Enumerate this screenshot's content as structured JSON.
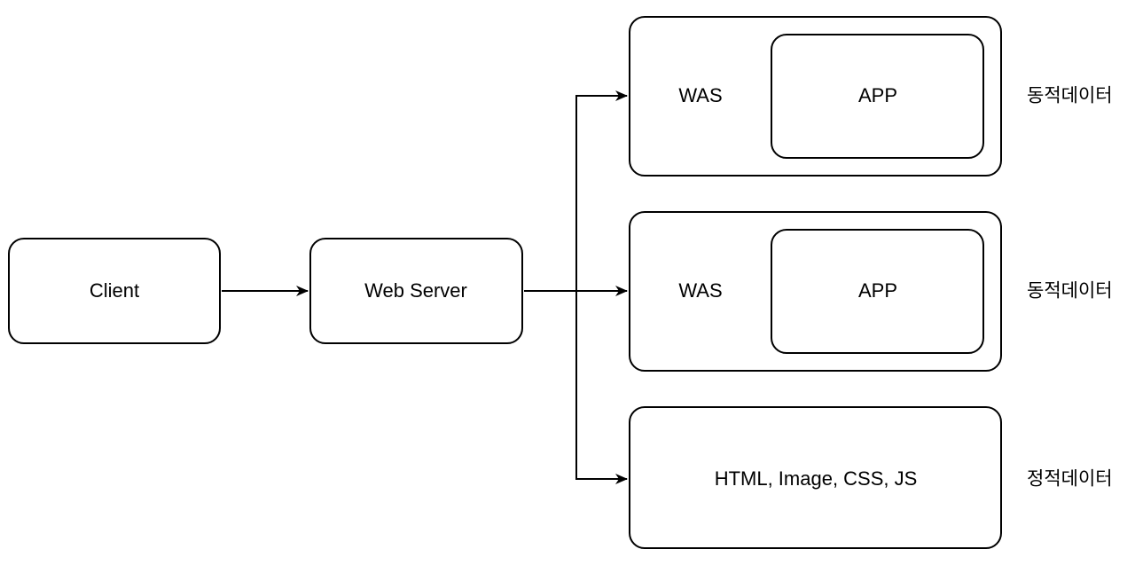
{
  "nodes": {
    "client": "Client",
    "web_server": "Web Server",
    "was_top": "WAS",
    "app_top": "APP",
    "was_mid": "WAS",
    "app_mid": "APP",
    "static": "HTML, Image, CSS, JS"
  },
  "side_labels": {
    "top": "동적데이터",
    "mid": "동적데이터",
    "bottom": "정적데이터"
  },
  "colors": {
    "stroke": "#000000",
    "fill": "#ffffff"
  }
}
